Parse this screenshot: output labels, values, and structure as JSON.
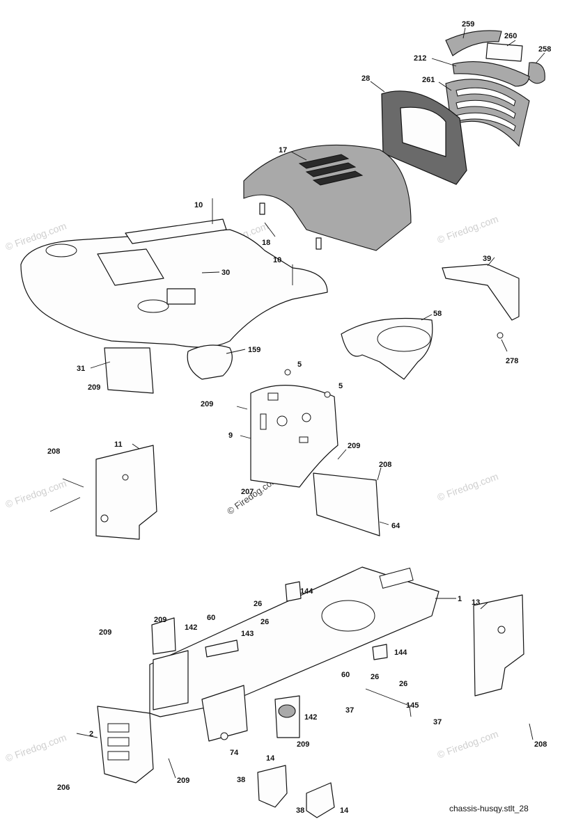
{
  "callouts": [
    {
      "id": "c259",
      "text": "259"
    },
    {
      "id": "c260",
      "text": "260"
    },
    {
      "id": "c258",
      "text": "258"
    },
    {
      "id": "c212",
      "text": "212"
    },
    {
      "id": "c28",
      "text": "28"
    },
    {
      "id": "c261",
      "text": "261"
    },
    {
      "id": "c17",
      "text": "17"
    },
    {
      "id": "c10a",
      "text": "10"
    },
    {
      "id": "c18",
      "text": "18"
    },
    {
      "id": "c30",
      "text": "30"
    },
    {
      "id": "c10b",
      "text": "10"
    },
    {
      "id": "c39",
      "text": "39"
    },
    {
      "id": "c58",
      "text": "58"
    },
    {
      "id": "c278",
      "text": "278"
    },
    {
      "id": "c159",
      "text": "159"
    },
    {
      "id": "c31",
      "text": "31"
    },
    {
      "id": "c209a",
      "text": "209"
    },
    {
      "id": "c5a",
      "text": "5"
    },
    {
      "id": "c5b",
      "text": "5"
    },
    {
      "id": "c209b",
      "text": "209"
    },
    {
      "id": "c9",
      "text": "9"
    },
    {
      "id": "c208a",
      "text": "208"
    },
    {
      "id": "c11",
      "text": "11"
    },
    {
      "id": "c209c",
      "text": "209"
    },
    {
      "id": "c208b",
      "text": "208"
    },
    {
      "id": "c207",
      "text": "207"
    },
    {
      "id": "c64",
      "text": "64"
    },
    {
      "id": "c144a",
      "text": "144"
    },
    {
      "id": "c26a",
      "text": "26"
    },
    {
      "id": "c26b",
      "text": "26"
    },
    {
      "id": "c1",
      "text": "1"
    },
    {
      "id": "c13",
      "text": "13"
    },
    {
      "id": "c209d",
      "text": "209"
    },
    {
      "id": "c60a",
      "text": "60"
    },
    {
      "id": "c209e",
      "text": "209"
    },
    {
      "id": "c142a",
      "text": "142"
    },
    {
      "id": "c143",
      "text": "143"
    },
    {
      "id": "c144b",
      "text": "144"
    },
    {
      "id": "c60b",
      "text": "60"
    },
    {
      "id": "c26c",
      "text": "26"
    },
    {
      "id": "c26d",
      "text": "26"
    },
    {
      "id": "c142b",
      "text": "142"
    },
    {
      "id": "c37a",
      "text": "37"
    },
    {
      "id": "c145",
      "text": "145"
    },
    {
      "id": "c37b",
      "text": "37"
    },
    {
      "id": "c2",
      "text": "2"
    },
    {
      "id": "c74",
      "text": "74"
    },
    {
      "id": "c209f",
      "text": "209"
    },
    {
      "id": "c208c",
      "text": "208"
    },
    {
      "id": "c206",
      "text": "206"
    },
    {
      "id": "c209g",
      "text": "209"
    },
    {
      "id": "c14a",
      "text": "14"
    },
    {
      "id": "c38a",
      "text": "38"
    },
    {
      "id": "c38b",
      "text": "38"
    },
    {
      "id": "c14b",
      "text": "14"
    }
  ],
  "watermark": "© Firedog.com",
  "footer": "chassis-husqy.stlt_28"
}
